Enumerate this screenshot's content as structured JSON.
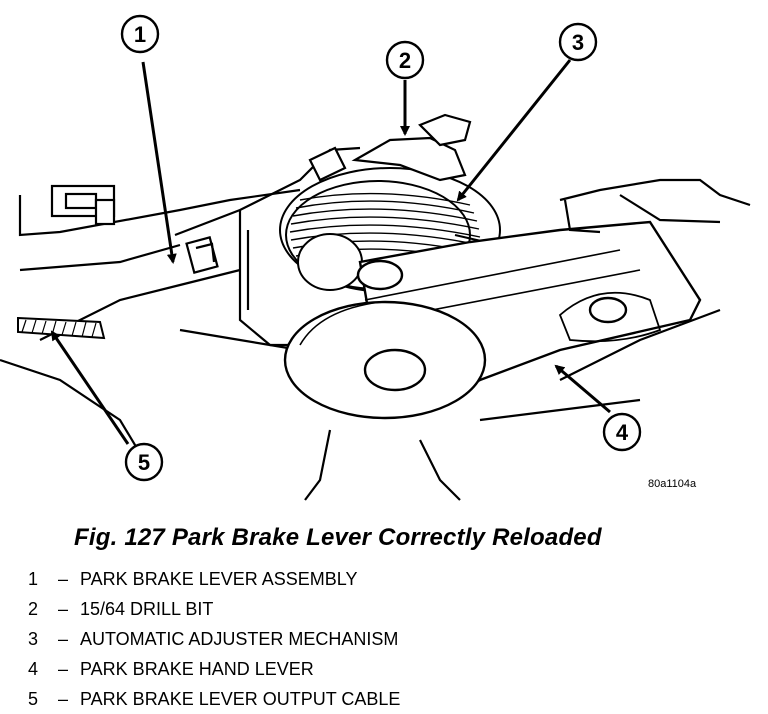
{
  "figure": {
    "id": "80a1104a",
    "caption": "Fig. 127 Park Brake Lever Correctly Reloaded"
  },
  "callouts": [
    "1",
    "2",
    "3",
    "4",
    "5"
  ],
  "legend": [
    {
      "num": "1",
      "sep": "–",
      "text": "PARK BRAKE LEVER ASSEMBLY"
    },
    {
      "num": "2",
      "sep": "–",
      "text": "15/64 DRILL BIT"
    },
    {
      "num": "3",
      "sep": "–",
      "text": "AUTOMATIC ADJUSTER MECHANISM"
    },
    {
      "num": "4",
      "sep": "–",
      "text": "PARK BRAKE HAND LEVER"
    },
    {
      "num": "5",
      "sep": "–",
      "text": "PARK BRAKE LEVER OUTPUT CABLE"
    }
  ]
}
